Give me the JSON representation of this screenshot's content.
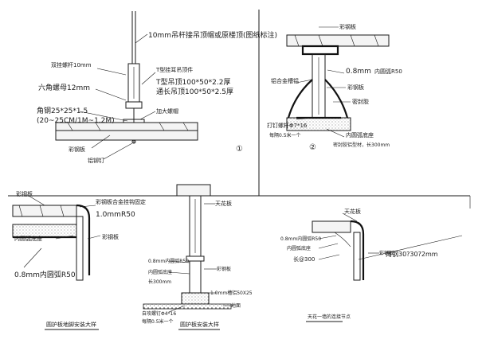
{
  "detail1": {
    "rod_label": "10mm吊杆接吊顶帽或原楼顶(图纸标注)",
    "threaded_rod": "双挂螺杆10mm",
    "hex_nut": "六角螺母12mm",
    "channel_label": "T型挂耳吊顶件",
    "spec_a": "T型吊顶100*50*2.2厚",
    "spec_b": "通长吊顶100*50*2.5厚",
    "angle_label": "角钢25*25*1.5",
    "spacing": "(20~25CM/1M~1.2M)",
    "panel": "彩钢板",
    "bolt": "加大螺帽",
    "rivet": "铝铆钉",
    "number": "①"
  },
  "detail2": {
    "top_panel": "彩钢板",
    "thickness": "0.8mm",
    "radius": "内圆弧R50",
    "alu_section": "铝合金槽铝",
    "side_panel": "彩钢板",
    "sealant": "密封胶",
    "bolt": "打钉螺杆Φ7*16",
    "spacing": "每隔0.5米一个",
    "arc_corner": "内圆弧底座",
    "arc_spec": "密封胶铝型材，长300mm",
    "number": "②"
  },
  "detail3": {
    "panel": "彩钢板",
    "fixing": "彩钢板合金挂钩固定",
    "thickness": "1.0mm",
    "radius": "R50",
    "arc_base": "内圆弧底座",
    "side_panel": "彩钢板",
    "bottom_spec": "0.8mm内圆弧R50",
    "caption": "圆护板地脚安装大样"
  },
  "detail4": {
    "ceiling_label": "天花板",
    "spec_a": "0.8mm内圆弧R50",
    "arc_base": "内圆弧底座",
    "length": "长300mm",
    "side_panel": "彩钢板",
    "bottom_label": "1.0mm槽铝50X25",
    "anchor": "自攻螺钉Φ4*16",
    "spacing": "每隔0.5米一个",
    "floor": "地面",
    "caption": "圆护板安装大样"
  },
  "detail5": {
    "ceiling": "天花板",
    "spec_a": "0.8mm内圆弧R50",
    "arc_base": "内圆弧底座",
    "dimension": "长@300",
    "panel": "彩钢板",
    "side_note": "角钢30?30?2mm",
    "caption": "天花一墙的连接节点"
  }
}
